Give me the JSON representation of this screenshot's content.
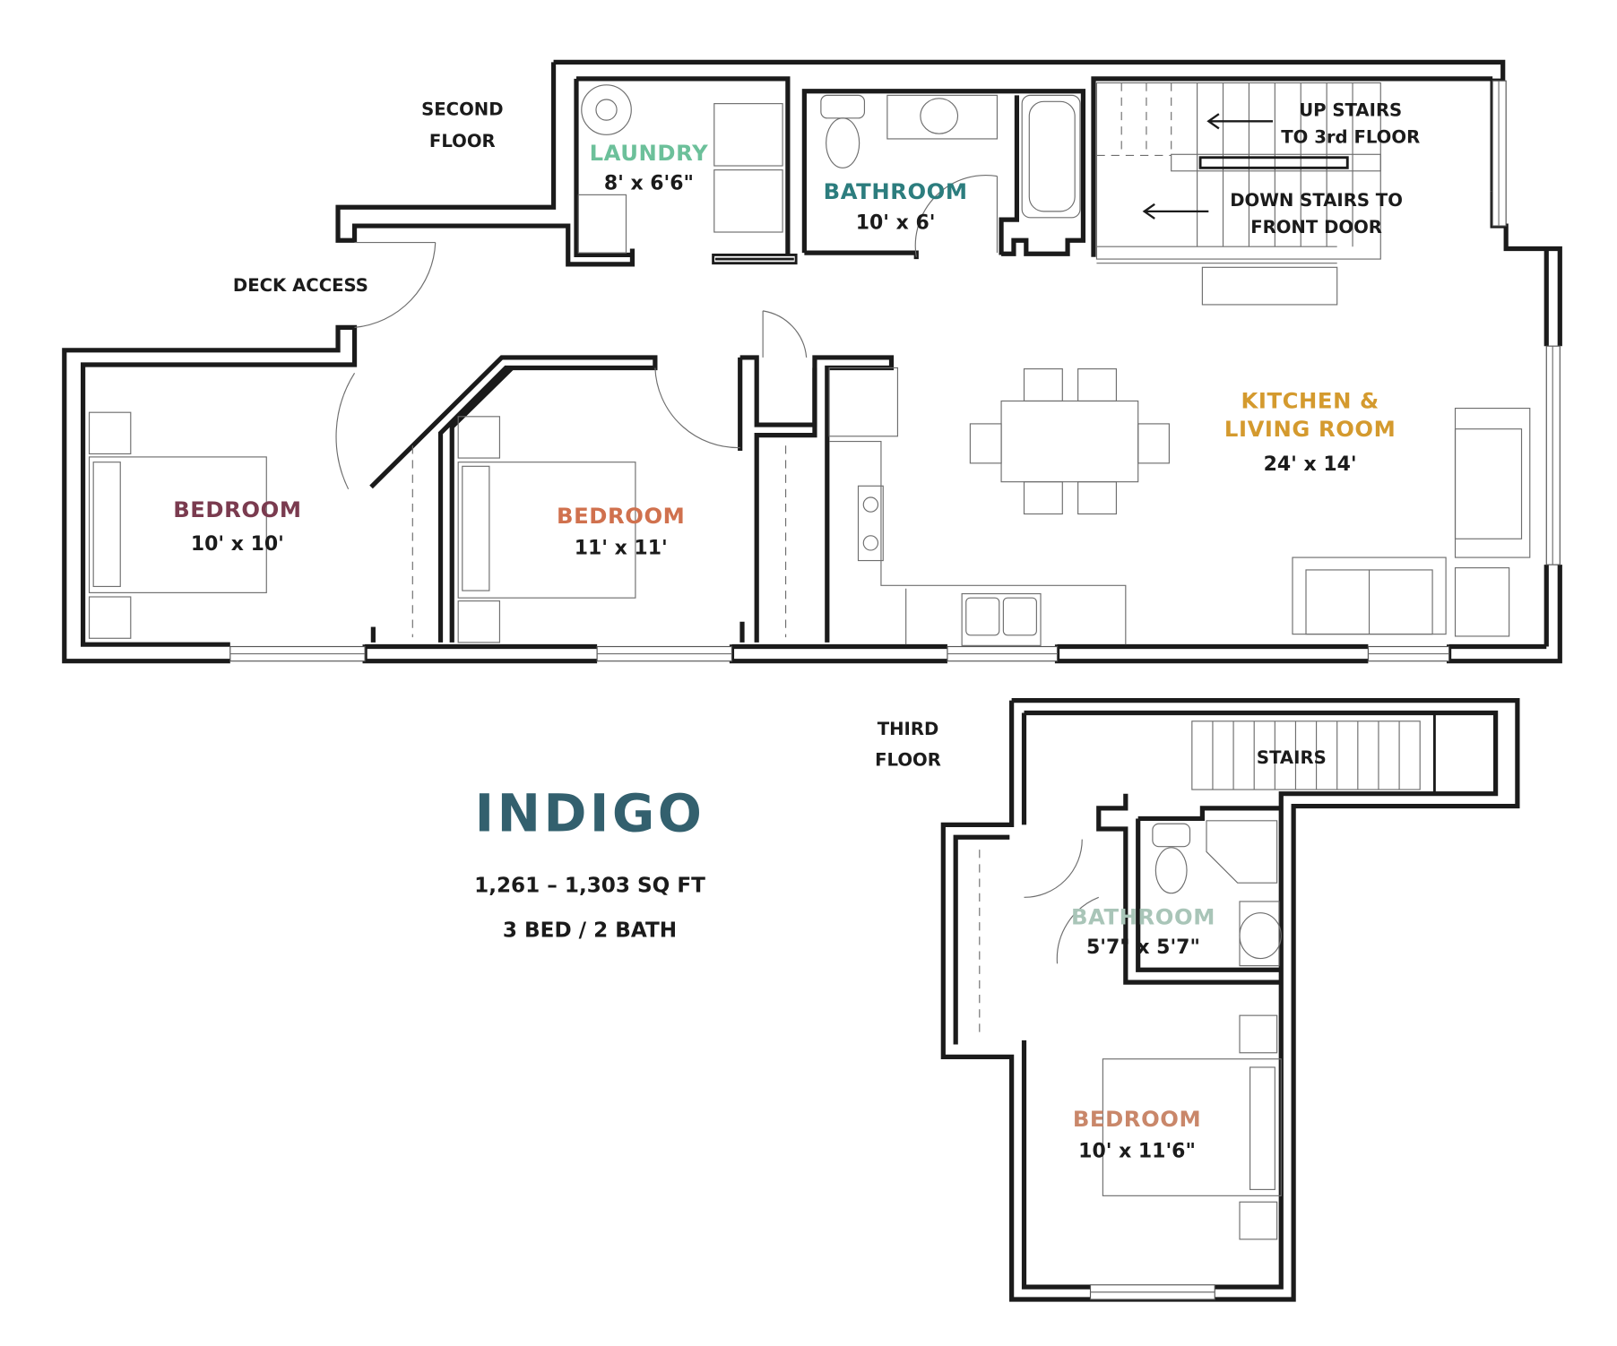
{
  "plan": {
    "name": "INDIGO",
    "name_color": "#33606e",
    "square_feet": "1,261 – 1,303 SQ FT",
    "bed_bath": "3 BED / 2 BATH"
  },
  "second_floor": {
    "label_line1": "SECOND",
    "label_line2": "FLOOR",
    "deck_access": "DECK ACCESS",
    "up_stairs_line1": "UP STAIRS",
    "up_stairs_line2": "TO 3rd FLOOR",
    "down_stairs_line1": "DOWN STAIRS TO",
    "down_stairs_line2": "FRONT DOOR",
    "rooms": [
      {
        "name": "LAUNDRY",
        "size": "8' x 6'6\"",
        "color": "#6cc09a"
      },
      {
        "name": "BATHROOM",
        "size": "10' x 6'",
        "color": "#2c7d7e"
      },
      {
        "name_line1": "KITCHEN &",
        "name_line2": "LIVING ROOM",
        "size": "24' x 14'",
        "color": "#d49a2e"
      },
      {
        "name": "BEDROOM",
        "size": "10' x 10'",
        "color": "#7a3b4f"
      },
      {
        "name": "BEDROOM",
        "size": "11' x 11'",
        "color": "#d0714e"
      }
    ]
  },
  "third_floor": {
    "label_line1": "THIRD",
    "label_line2": "FLOOR",
    "stairs": "STAIRS",
    "rooms": [
      {
        "name": "BATHROOM",
        "size": "5'7\" x 5'7\"",
        "color": "#a9c5b8"
      },
      {
        "name": "BEDROOM",
        "size": "10' x 11'6\"",
        "color": "#c9876a"
      }
    ]
  }
}
